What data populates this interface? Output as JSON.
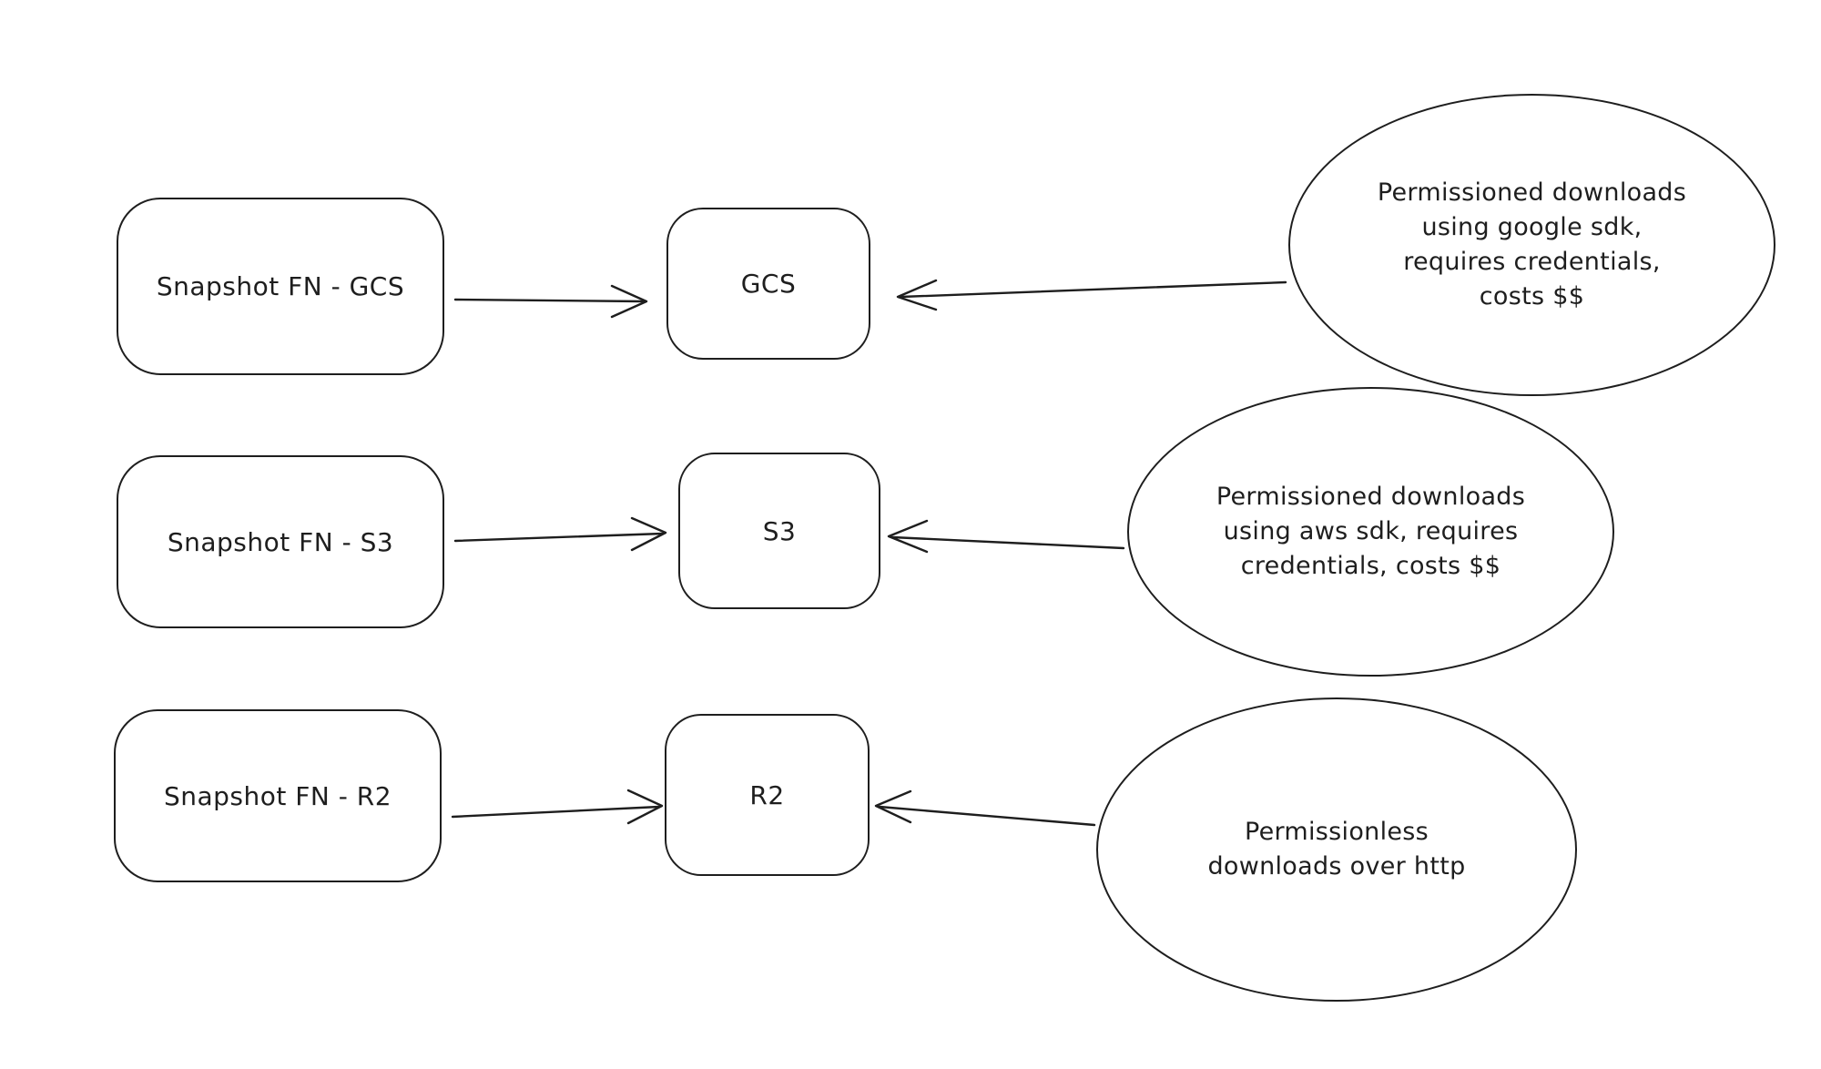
{
  "diagram": {
    "background_color": "#ffffff",
    "stroke_color": "#1e1e1e",
    "style": "hand-drawn-whiteboard",
    "rows": [
      {
        "source_label": "Snapshot FN - GCS",
        "target_label": "GCS",
        "note_text": "Permissioned downloads\nusing google sdk,\nrequires credentials,\ncosts $$",
        "connections": [
          "Snapshot FN - GCS -> GCS",
          "note -> GCS"
        ]
      },
      {
        "source_label": "Snapshot FN - S3",
        "target_label": "S3",
        "note_text": "Permissioned downloads\nusing aws sdk, requires\ncredentials, costs $$",
        "connections": [
          "Snapshot FN - S3 -> S3",
          "note -> S3"
        ]
      },
      {
        "source_label": "Snapshot FN - R2",
        "target_label": "R2",
        "note_text": "Permissionless\ndownloads over http",
        "connections": [
          "Snapshot FN - R2 -> R2",
          "note -> R2"
        ]
      }
    ]
  }
}
